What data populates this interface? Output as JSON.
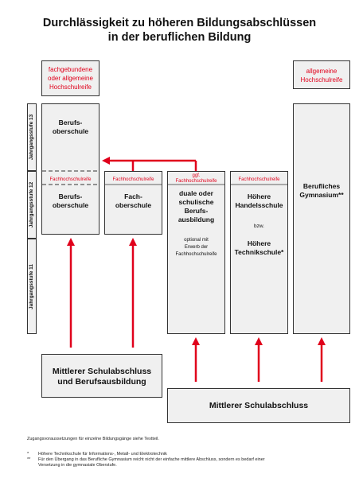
{
  "title": {
    "line1": "Durchlässigkeit zu höheren Bildungsabschlüssen",
    "line2": "in der beruflichen Bildung"
  },
  "top_boxes": {
    "left": [
      "fachgebundene",
      "oder allgemeine",
      "Hochschulreife"
    ],
    "right": [
      "allgemeine",
      "Hochschulreife"
    ]
  },
  "stufen": {
    "s13": "Jahrgangsstufe 13",
    "s12": "Jahrgangsstufe 12",
    "s11": "Jahrgangsstufe 11"
  },
  "columns": {
    "bos13": [
      "Berufs-",
      "oberschule"
    ],
    "bos_fhr": "Fachhochschulreife",
    "bos12": [
      "Berufs-",
      "oberschule"
    ],
    "fos_fhr": "Fachhochschulreife",
    "fos": [
      "Fach-",
      "oberschule"
    ],
    "dual_fhr": [
      "ggf.",
      "Fachhochschulreife"
    ],
    "dual": [
      "duale oder",
      "schulische",
      "Berufs-",
      "ausbildung"
    ],
    "dual_note": [
      "optional mit",
      "Erwerb der",
      "Fachhochschulreife"
    ],
    "hhs_fhr": "Fachhochschulreife",
    "hhs": [
      "Höhere",
      "Handelsschule"
    ],
    "bzw": "bzw.",
    "hts": [
      "Höhere",
      "Technikschule*"
    ],
    "bg": [
      "Berufliches",
      "Gymnasium**"
    ]
  },
  "bottom": {
    "left": [
      "Mittlerer Schulabschluss",
      "und Berufsausbildung"
    ],
    "right": "Mittlerer Schulabschluss"
  },
  "notes": {
    "n1": "Zugangsvoraussetzungen für einzelne Bildungsgänge siehe Textteil.",
    "f1_mark": "*",
    "f1": "Höhere Technikschule für Informations-, Metall- und Elektrotechnik",
    "f2_mark": "**",
    "f2a": "Für den Übergang in das Berufliche Gymnasium reicht nicht der einfache mittlere Abschluss, sondern es bedarf einer",
    "f2b": "Versetzung in die gymnasiale Oberstufe."
  },
  "colors": {
    "accent": "#e0001b",
    "box_fill": "#f0f0f0"
  }
}
